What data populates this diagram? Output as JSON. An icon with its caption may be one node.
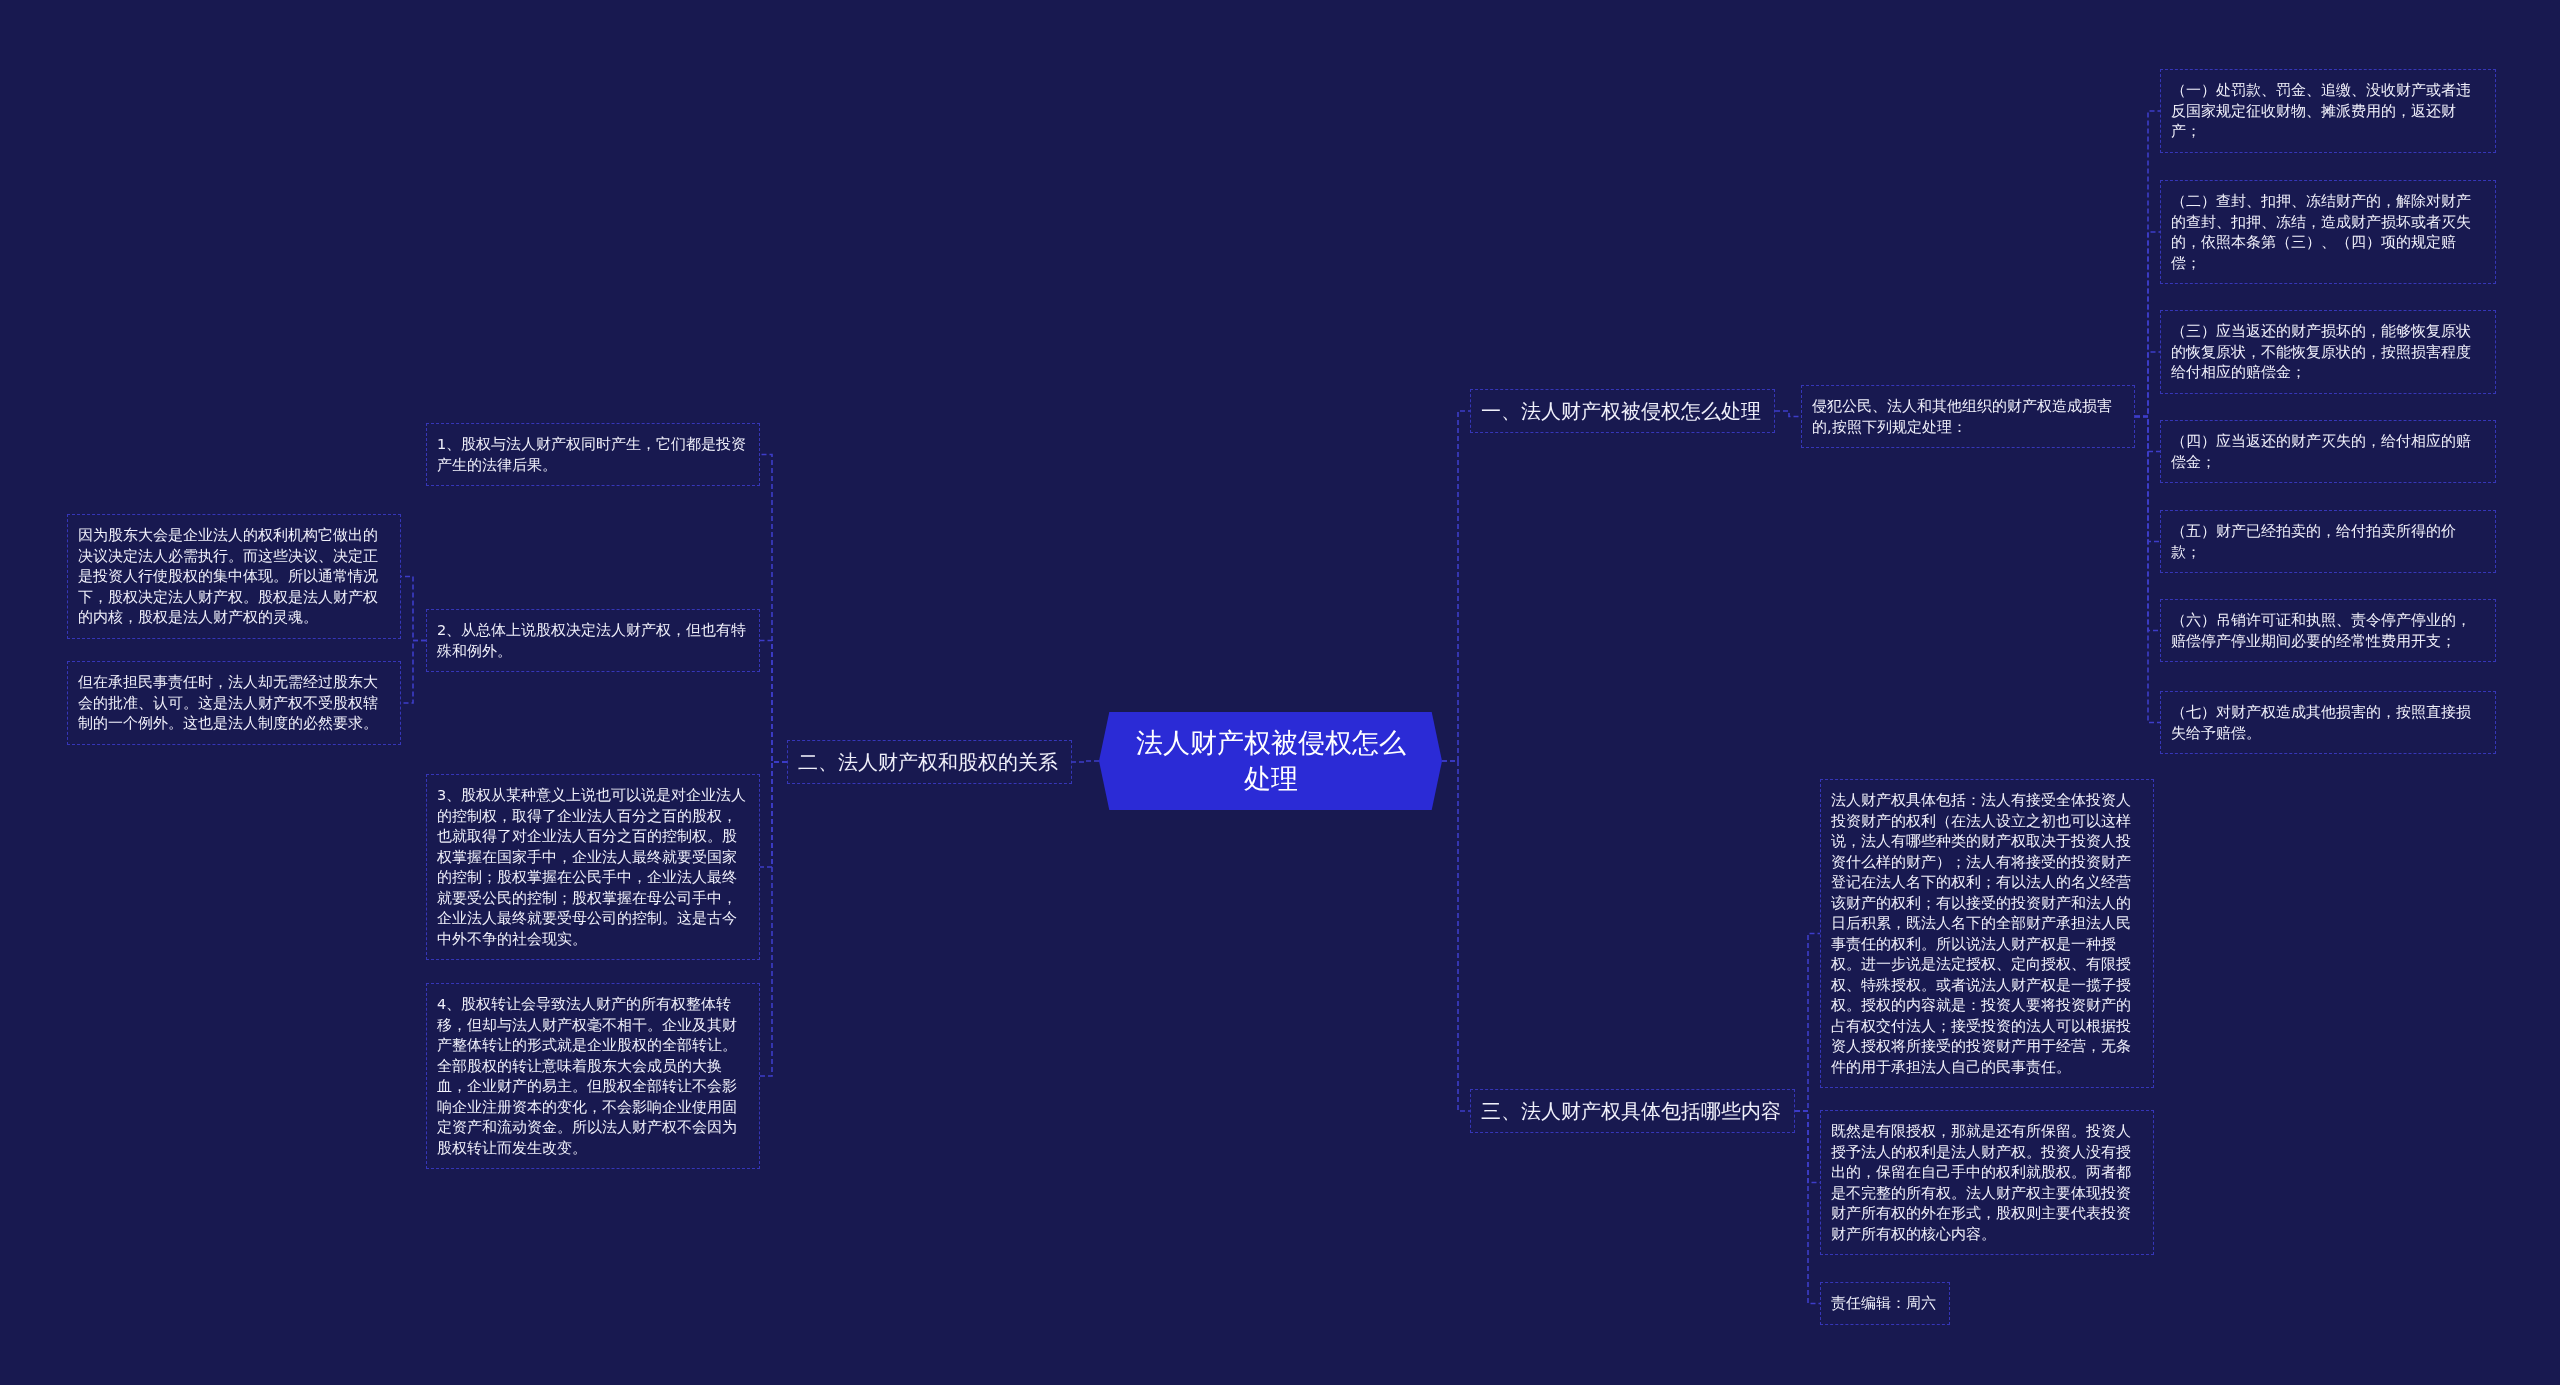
{
  "diagram": {
    "nodes": [
      {
        "text": [
          "法人财产权被侵权怎么处理"
        ]
      },
      {
        "text": [
          "一、法人财产权被侵权怎么处理"
        ]
      },
      {
        "text": [
          "侵犯公民、法人和其他组织的财产权造成损害的,按照下列规定处理："
        ]
      },
      {
        "text": [
          "（一）处罚款、罚金、追缴、没收财产或者违反国家规定征收财物、摊派费用的，返还财产；"
        ]
      },
      {
        "text": [
          "（二）查封、扣押、冻结财产的，解除对财产的查封、扣押、冻结，造成财产损坏或者灭失的，依照本条第（三）、（四）项的规定赔偿；"
        ]
      },
      {
        "text": [
          "（三）应当返还的财产损坏的，能够恢复原状的恢复原状，不能恢复原状的，按照损害程度给付相应的赔偿金；"
        ]
      },
      {
        "text": [
          "（四）应当返还的财产灭失的，给付相应的赔偿金；"
        ]
      },
      {
        "text": [
          "（五）财产已经拍卖的，给付拍卖所得的价款；"
        ]
      },
      {
        "text": [
          "（六）吊销许可证和执照、责令停产停业的，赔偿停产停业期间必要的经常性费用开支；"
        ]
      },
      {
        "text": [
          "（七）对财产权造成其他损害的，按照直接损失给予赔偿。"
        ]
      },
      {
        "text": [
          "二、法人财产权和股权的关系"
        ]
      },
      {
        "text": [
          "1、股权与法人财产权同时产生，它们都是投资产生的法律后果。"
        ]
      },
      {
        "text": [
          "2、从总体上说股权决定法人财产权，但也有特殊和例外。"
        ]
      },
      {
        "text": [
          "因为股东大会是企业法人的权利机构它做出的决议决定法人必需执行。而这些决议、决定正是投资人行使股权的集中体现。所以通常情况下，股权决定法人财产权。股权是法人财产权的内核，股权是法人财产权的灵魂。"
        ]
      },
      {
        "text": [
          "但在承担民事责任时，法人却无需经过股东大会的批准、认可。这是法人财产权不受股权辖制的一个例外。这也是法人制度的必然要求。"
        ]
      },
      {
        "text": [
          "3、股权从某种意义上说也可以说是对企业法人的控制权，取得了企业法人百分之百的股权，也就取得了对企业法人百分之百的控制权。股权掌握在国家手中，企业法人最终就要受国家的控制；股权掌握在公民手中，企业法人最终就要受公民的控制；股权掌握在母公司手中，企业法人最终就要受母公司的控制。这是古今中外不争的社会现实。"
        ]
      },
      {
        "text": [
          "4、股权转让会导致法人财产的所有权整体转移，但却与法人财产权毫不相干。企业及其财产整体转让的形式就是企业股权的全部转让。全部股权的转让意味着股东大会成员的大换血，企业财产的易主。但股权全部转让不会影响企业注册资本的变化，不会影响企业使用固定资产和流动资金。所以法人财产权不会因为股权转让而发生改变。"
        ]
      },
      {
        "text": [
          "三、法人财产权具体包括哪些内容"
        ]
      },
      {
        "text": [
          "法人财产权具体包括：法人有接受全体投资人投资财产的权利（在法人设立之初也可以这样说，法人有哪些种类的财产权取决于投资人投资什么样的财产）；法人有将接受的投资财产登记在法人名下的权利；有以法人的名义经营该财产的权利；有以接受的投资财产和法人的日后积累，既法人名下的全部财产承担法人民事责任的权利。所以说法人财产权是一种授权。进一步说是法定授权、定向授权、有限授权、特殊授权。或者说法人财产权是一揽子授权。授权的内容就是：投资人要将投资财产的占有权交付法人；接受投资的法人可以根据投资人授权将所接受的投资财产用于经营，无条件的用于承担法人自己的民事责任。"
        ]
      },
      {
        "text": [
          "既然是有限授权，那就是还有所保留。投资人授予法人的权利是法人财产权。投资人没有授出的，保留在自己手中的权利就股权。两者都是不完整的所有权。法人财产权主要体现投资财产所有权的外在形式，股权则主要代表投资财产所有权的核心内容。"
        ]
      },
      {
        "text": [
          "责任编辑：周六"
        ]
      }
    ],
    "edges": [
      {
        "from": 0,
        "to": 1,
        "arrow": "none"
      },
      {
        "from": 1,
        "to": 2,
        "arrow": "none"
      },
      {
        "from": 2,
        "to": 3,
        "arrow": "none"
      },
      {
        "from": 2,
        "to": 4,
        "arrow": "none"
      },
      {
        "from": 2,
        "to": 5,
        "arrow": "none"
      },
      {
        "from": 2,
        "to": 6,
        "arrow": "none"
      },
      {
        "from": 2,
        "to": 7,
        "arrow": "none"
      },
      {
        "from": 2,
        "to": 8,
        "arrow": "none"
      },
      {
        "from": 2,
        "to": 9,
        "arrow": "none"
      },
      {
        "from": 0,
        "to": 10,
        "arrow": "none"
      },
      {
        "from": 10,
        "to": 11,
        "arrow": "none"
      },
      {
        "from": 10,
        "to": 12,
        "arrow": "none"
      },
      {
        "from": 12,
        "to": 13,
        "arrow": "none"
      },
      {
        "from": 12,
        "to": 14,
        "arrow": "none"
      },
      {
        "from": 10,
        "to": 15,
        "arrow": "none"
      },
      {
        "from": 10,
        "to": 16,
        "arrow": "none"
      },
      {
        "from": 0,
        "to": 17,
        "arrow": "none"
      },
      {
        "from": 17,
        "to": 18,
        "arrow": "none"
      },
      {
        "from": 17,
        "to": 19,
        "arrow": "none"
      },
      {
        "from": 17,
        "to": 20,
        "arrow": "none"
      }
    ]
  }
}
